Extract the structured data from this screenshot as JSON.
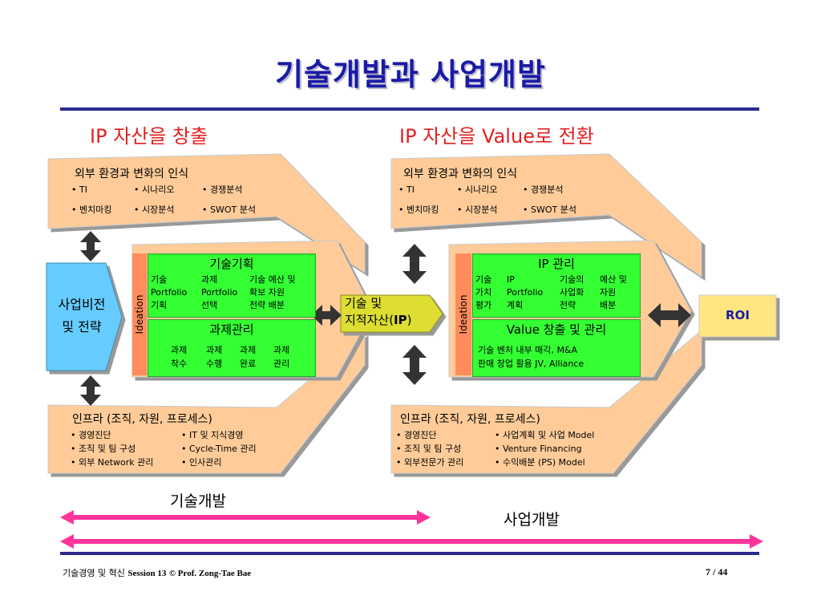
{
  "title": "기술개발과 사업개발",
  "left_heading": "IP 자산을 창출",
  "right_heading": "IP 자산을 Value로 전환",
  "left_env": {
    "title": "외부 환경과 변화의 인식",
    "row1": [
      "• TI",
      "• 시나리오",
      "• 경쟁분석"
    ],
    "row2": [
      "• 벤치마킹",
      "• 시장분석",
      "• SWOT 분석"
    ]
  },
  "right_env": {
    "title": "외부 환경과 변화의 인식",
    "row1": [
      "• TI",
      "• 시나리오",
      "• 경쟁분석"
    ],
    "row2": [
      "• 벤치마킹",
      "• 시장분석",
      "• SWOT 분석"
    ]
  },
  "vision": {
    "line1": "사업비전",
    "line2": "및 전략"
  },
  "ideation_label": "Ideation",
  "tech_plan": {
    "title": "기술기획",
    "row1": [
      "기술",
      "과제",
      "기술 예산 및"
    ],
    "row2": [
      "Portfolio",
      "Portfolio",
      "확보 자원"
    ],
    "row3": [
      "기획",
      "선택",
      "전략 배분"
    ]
  },
  "project_mgmt": {
    "title": "과제관리",
    "row1": [
      "과제",
      "과제",
      "과제",
      "과제"
    ],
    "row2": [
      "착수",
      "수행",
      "완료",
      "관리"
    ]
  },
  "center": {
    "line1": "기술 및",
    "line2_prefix": "지적자산(",
    "line2_ip": "IP",
    "line2_suffix": ")"
  },
  "ip_mgmt": {
    "title": "IP 관리",
    "row1": [
      "기술",
      "IP",
      "기술의",
      "예산 및"
    ],
    "row2": [
      "가치",
      "Portfolio",
      "사업화",
      "자원"
    ],
    "row3": [
      "평가",
      "계획",
      "전략",
      "배분"
    ]
  },
  "value_mgmt": {
    "title": "Value 창출 및 관리",
    "row1": "기술 벤처 내부 매각, M&A",
    "row2": "판매 창업 활용 JV, Alliance"
  },
  "roi": "ROI",
  "left_infra": {
    "title": "인프라 (조직, 자원, 프로세스)",
    "col1": [
      "• 경영진단",
      "• 조직 및 팀 구성",
      "• 외부 Network 관리"
    ],
    "col2": [
      "• IT 및 지식경영",
      "• Cycle-Time 관리",
      "• 인사관리"
    ]
  },
  "right_infra": {
    "title": "인프라 (조직, 자원, 프로세스)",
    "col1": [
      "• 경영진단",
      "• 조직 및 팀 구성",
      "• 외부전문가 관리"
    ],
    "col2": [
      "• 사업계획 및 사업 Model",
      "• Venture Financing",
      "• 수익배분 (PS) Model"
    ]
  },
  "tech_dev_label": "기술개발",
  "biz_dev_label": "사업개발",
  "footer": {
    "course": "기술경영 및 혁신",
    "session": "Session 13",
    "author": "© Prof. Zong-Tae Bae",
    "page": "7 / 44"
  },
  "colors": {
    "title": "#1a1aa6",
    "heading": "#e61e1e",
    "peach": "#ffcc99",
    "green": "#33ff33",
    "ideation": "#ff8c5a",
    "vision": "#66ccff",
    "roi": "#ffe680",
    "center": "#dddd33",
    "arrow_pink": "#ff3399",
    "rule": "#2a2a8e"
  },
  "icons": [
    "double-arrow-vertical-icon",
    "double-arrow-horizontal-icon",
    "chevron-arrow-icon",
    "pink-double-arrow-icon"
  ]
}
